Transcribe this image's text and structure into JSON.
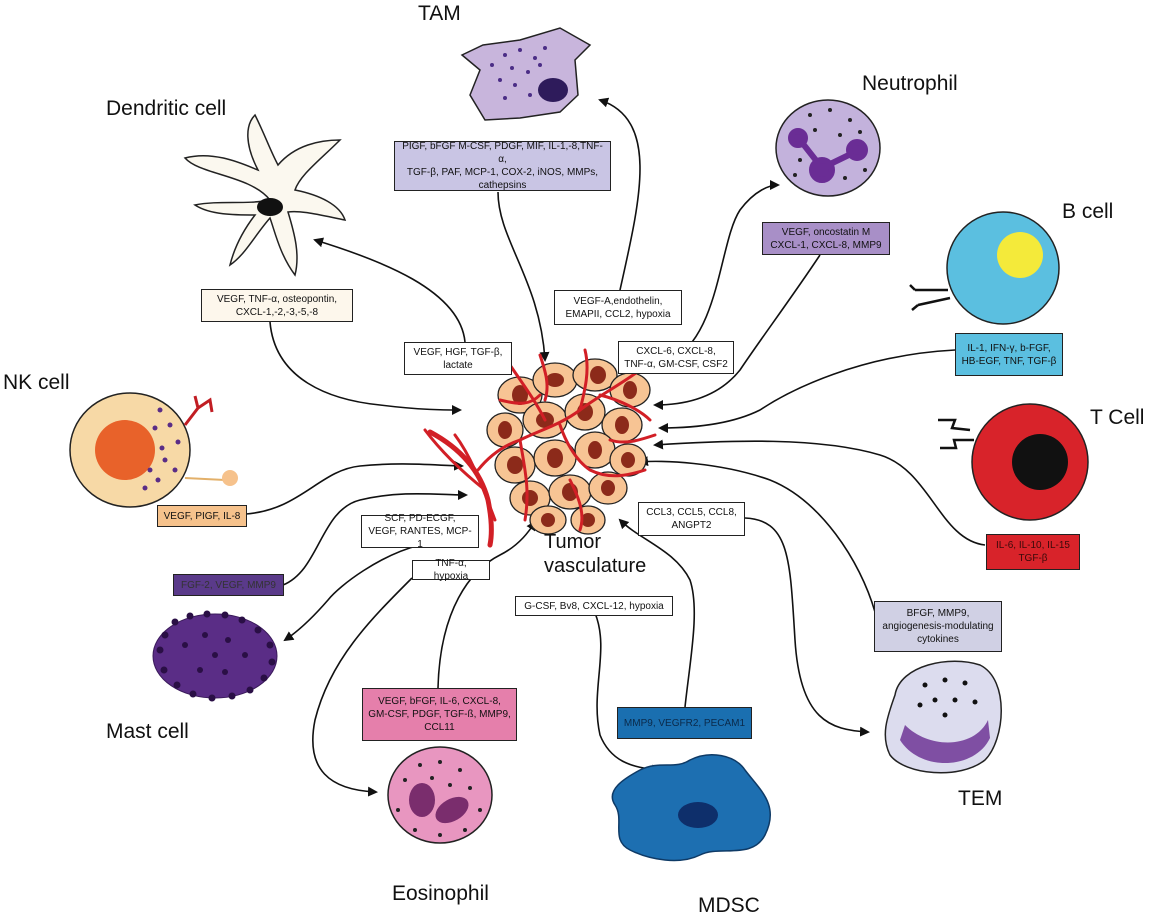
{
  "center": {
    "line1": "Tumor",
    "line2": "vasculature"
  },
  "cells": {
    "tam": "TAM",
    "neutrophil": "Neutrophil",
    "dendritic": "Dendritic cell",
    "bcell": "B cell",
    "nkcell": "NK cell",
    "tcell": "T Cell",
    "mast": "Mast cell",
    "tem": "TEM",
    "eosinophil": "Eosinophil",
    "mdsc": "MDSC"
  },
  "boxes": {
    "tam_factors": "PIGF, bFGF M-CSF, PDGF, MIF, IL-1,-8,TNF-α,\nTGF-β, PAF, MCP-1, COX-2, iNOS, MMPs,\ncathepsins",
    "neutrophil_factors": "VEGF, oncostatin M\nCXCL-1, CXCL-8, MMP9",
    "dendritic_factors": "VEGF, TNF-α, osteopontin,\nCXCL-1,-2,-3,-5,-8",
    "dendritic_inputs": "VEGF, HGF, TGF-β,\nlactate",
    "tam_inputs": "VEGF-A,endothelin,\nEMAPII, CCL2, hypoxia",
    "neutrophil_inputs": "CXCL-6, CXCL-8,\nTNF-α, GM-CSF, CSF2",
    "bcell_factors": "IL-1, IFN-γ, b-FGF,\nHB-EGF, TNF, TGF-β",
    "nk_factors": "VEGF, PIGF, IL-8",
    "mast_inputs": "SCF, PD-ECGF,\nVEGF, RANTES, MCP-1",
    "mast_factors": "FGF-2, VEGF, MMP9",
    "eos_inputs": "TNF-α, hypoxia",
    "tem_inputs": "CCL3, CCL5, CCL8,\nANGPT2",
    "tcell_factors": "IL-6, IL-10, IL-15\nTGF-β",
    "tem_factors": "BFGF, MMP9,\nangiogenesis-modulating\ncytokines",
    "mdsc_inputs": "G-CSF, Bv8, CXCL-12, hypoxia",
    "eos_factors": "VEGF, bFGF, IL-6, CXCL-8,\nGM-CSF, PDGF, TGF-ß, MMP9,\nCCL11",
    "mdsc_factors": "MMP9, VEGFR2, PECAM1"
  },
  "colors": {
    "tam_box": "#c9c5e4",
    "neutrophil_box": "#a88fc7",
    "dendritic_box": "#fdf7ec",
    "bcell_box": "#5bbfe0",
    "nk_box": "#f6c28c",
    "mast_box": "#5a3a8a",
    "tcell_box": "#d8232a",
    "tem_box": "#d0d0e4",
    "eos_box": "#e57fab",
    "mdsc_box": "#1a6fb0",
    "vessel": "#d21f26"
  }
}
